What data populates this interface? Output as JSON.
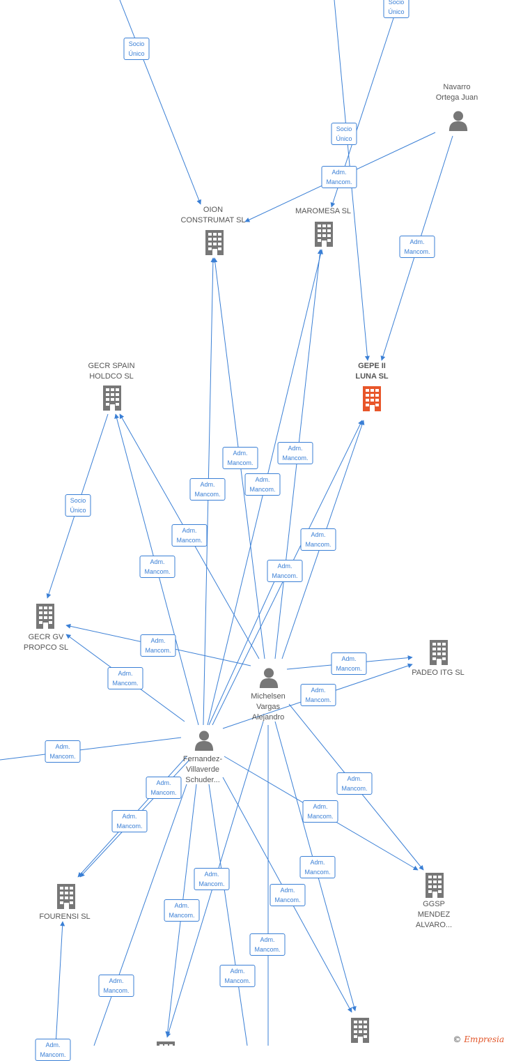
{
  "colors": {
    "edge": "#3a7fd5",
    "node": "#777777",
    "highlight": "#e8562a"
  },
  "nodes": [
    {
      "id": "navarro",
      "label": "Navarro\nOrtega Juan",
      "kind": "person-icon"
    },
    {
      "id": "oion",
      "label": "OION\nCONSTRUMAT SL",
      "kind": "building-icon"
    },
    {
      "id": "maromesa",
      "label": "MAROMESA  SL",
      "kind": "building-icon"
    },
    {
      "id": "gepe",
      "label": "GEPE II\nLUNA  SL",
      "kind": "building-icon",
      "highlight": true
    },
    {
      "id": "gecr_spain",
      "label": "GECR SPAIN\nHOLDCO  SL",
      "kind": "building-icon"
    },
    {
      "id": "gecr_gv",
      "label": "GECR GV\nPROPCO  SL",
      "kind": "building-icon"
    },
    {
      "id": "padeo",
      "label": "PADEO ITG  SL",
      "kind": "building-icon"
    },
    {
      "id": "michelsen",
      "label": "Michelsen\nVargas\nAlejandro",
      "kind": "person-icon"
    },
    {
      "id": "fernandez",
      "label": "Fernandez-\nVillaverde\nSchuder...",
      "kind": "person-icon"
    },
    {
      "id": "fourensi",
      "label": "FOURENSI  SL",
      "kind": "building-icon"
    },
    {
      "id": "ggsp",
      "label": "GGSP\nMENDEZ\nALVARO...",
      "kind": "building-icon"
    },
    {
      "id": "bottom_right",
      "label": "",
      "kind": "building-icon"
    },
    {
      "id": "bottom_mid",
      "label": "",
      "kind": "building-icon"
    }
  ],
  "edge_labels": [
    {
      "id": "e1",
      "text": "Socio\nÚnico"
    },
    {
      "id": "e2",
      "text": "Socio\nÚnico"
    },
    {
      "id": "e3",
      "text": "Socio\nÚnico"
    },
    {
      "id": "e4",
      "text": "Adm.\nMancom."
    },
    {
      "id": "e5",
      "text": "Adm.\nMancom."
    },
    {
      "id": "e6",
      "text": "Socio\nÚnico"
    },
    {
      "id": "e7",
      "text": "Adm.\nMancom."
    },
    {
      "id": "e8",
      "text": "Adm.\nMancom."
    },
    {
      "id": "e9",
      "text": "Adm.\nMancom."
    },
    {
      "id": "e10",
      "text": "Adm.\nMancom."
    },
    {
      "id": "e11",
      "text": "Adm.\nMancom."
    },
    {
      "id": "e12",
      "text": "Adm.\nMancom."
    },
    {
      "id": "e13",
      "text": "Adm.\nMancom."
    },
    {
      "id": "e14",
      "text": "Adm.\nMancom."
    },
    {
      "id": "e15",
      "text": "Adm.\nMancom."
    },
    {
      "id": "e16",
      "text": "Adm.\nMancom."
    },
    {
      "id": "e17",
      "text": "Adm.\nMancom."
    },
    {
      "id": "e18",
      "text": "Adm.\nMancom."
    },
    {
      "id": "e19",
      "text": "Adm.\nMancom."
    },
    {
      "id": "e20",
      "text": "Adm.\nMancom."
    },
    {
      "id": "e21",
      "text": "Adm.\nMancom."
    },
    {
      "id": "e22",
      "text": "Adm.\nMancom."
    },
    {
      "id": "e23",
      "text": "Adm.\nMancom."
    },
    {
      "id": "e24",
      "text": "Adm.\nMancom."
    },
    {
      "id": "e25",
      "text": "Adm.\nMancom."
    },
    {
      "id": "e26",
      "text": "Adm.\nMancom."
    },
    {
      "id": "e27",
      "text": "Adm.\nMancom."
    },
    {
      "id": "e28",
      "text": "Adm.\nMancom."
    },
    {
      "id": "e29",
      "text": "Adm.\nMancom."
    },
    {
      "id": "e30",
      "text": "Adm.\nMancom."
    },
    {
      "id": "e31",
      "text": "Adm.\nMancom."
    }
  ],
  "footer": {
    "copyright": "©",
    "brand": "Empresia"
  }
}
